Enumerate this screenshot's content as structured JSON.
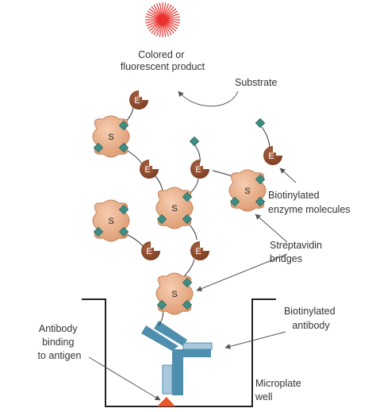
{
  "labels": {
    "product": [
      "Colored or",
      "fluorescent product"
    ],
    "substrate": "Substrate",
    "biotinylated_enzyme": [
      "Biotinylated",
      "enzyme molecules"
    ],
    "streptavidin": [
      "Streptavidin",
      "bridges"
    ],
    "biotinylated_antibody": [
      "Biotinylated",
      "antibody"
    ],
    "antibody_binding": [
      "Antibody",
      "binding",
      "to antigen"
    ],
    "microplate": [
      "Microplate",
      "well"
    ]
  },
  "glyphs": {
    "streptavidin": "S",
    "enzyme": "E"
  },
  "colors": {
    "streptavidin_fill": "#e8a982",
    "enzyme_fill": "#8b4a2b",
    "biotin_fill": "#3e8d83",
    "antibody_fill": "#4f8fae",
    "antibody_light": "#a9c8dd",
    "antigen_fill": "#e8582a",
    "burst": "#e8322e"
  }
}
